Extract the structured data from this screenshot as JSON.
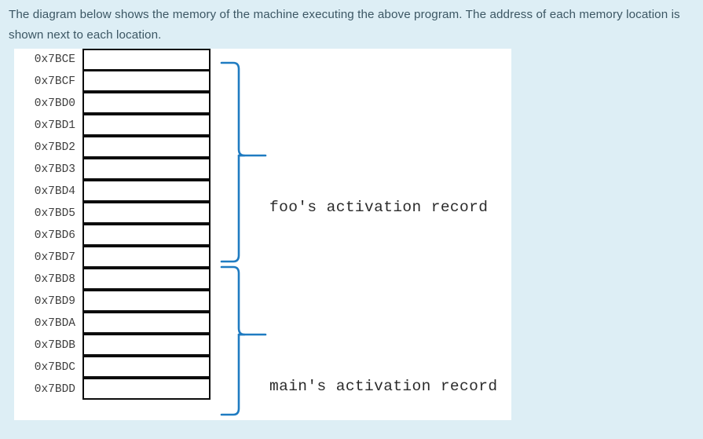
{
  "prompt": {
    "text": "The diagram below shows the memory of the machine executing the above program. The address of each memory location is shown next to each location."
  },
  "colors": {
    "page_background": "#ddeef5",
    "panel_background": "#ffffff",
    "prompt_text": "#3c5764",
    "cell_border": "#0c0c0c",
    "bracket": "#1f7bc1",
    "address_text": "#3f3f3f",
    "label_text": "#2b2b2b"
  },
  "diagram": {
    "memory": {
      "rows": [
        {
          "address": "0x7BCE",
          "value": ""
        },
        {
          "address": "0x7BCF",
          "value": ""
        },
        {
          "address": "0x7BD0",
          "value": ""
        },
        {
          "address": "0x7BD1",
          "value": ""
        },
        {
          "address": "0x7BD2",
          "value": ""
        },
        {
          "address": "0x7BD3",
          "value": ""
        },
        {
          "address": "0x7BD4",
          "value": ""
        },
        {
          "address": "0x7BD5",
          "value": ""
        },
        {
          "address": "0x7BD6",
          "value": ""
        },
        {
          "address": "0x7BD7",
          "value": ""
        },
        {
          "address": "0x7BD8",
          "value": ""
        },
        {
          "address": "0x7BD9",
          "value": ""
        },
        {
          "address": "0x7BDA",
          "value": ""
        },
        {
          "address": "0x7BDB",
          "value": ""
        },
        {
          "address": "0x7BDC",
          "value": ""
        },
        {
          "address": "0x7BDD",
          "value": ""
        }
      ]
    },
    "groups": [
      {
        "id": "foo",
        "label": "foo's activation record",
        "first_address": "0x7BCE",
        "last_address": "0x7BD6"
      },
      {
        "id": "main",
        "label": "main's activation record",
        "first_address": "0x7BD7",
        "last_address": "0x7BDD"
      }
    ]
  }
}
